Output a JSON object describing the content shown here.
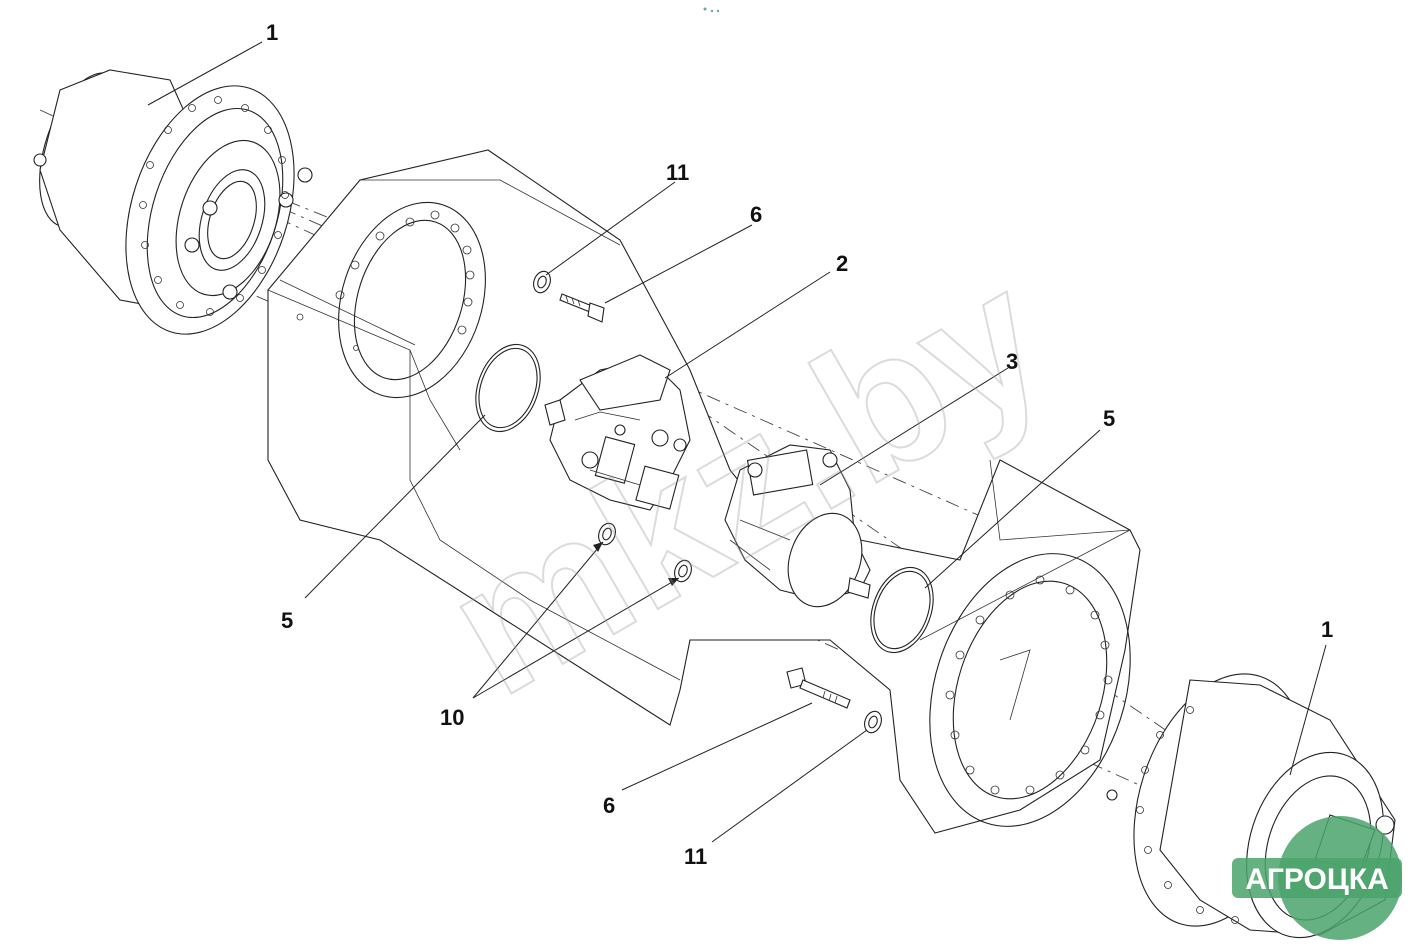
{
  "callouts": {
    "hub_left": "1",
    "hub_right": "1",
    "motor_left": "2",
    "motor_right": "3",
    "oring_left": "5",
    "oring_right": "5",
    "bolt_upper": "6",
    "bolt_lower": "6",
    "seals_pair": "10",
    "washer_upper": "11",
    "washer_lower": "11"
  },
  "watermark": {
    "site_text": "mkz.by",
    "logo_text": "АГРОЦКА"
  },
  "colors": {
    "line": "#222222",
    "watermark": "#c8c8c8",
    "logo_green": "#4aa36b"
  }
}
